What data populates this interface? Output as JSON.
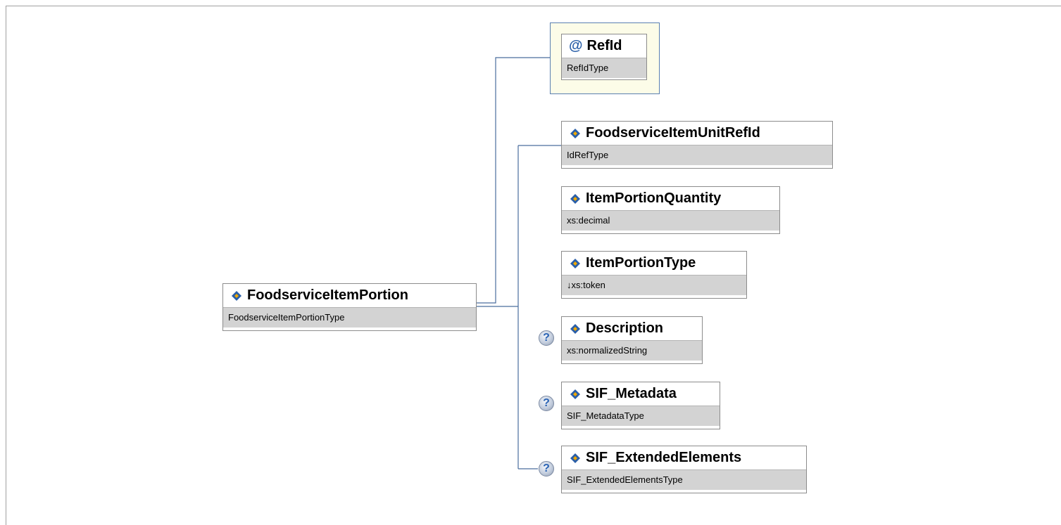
{
  "root": {
    "name": "FoodserviceItemPortion",
    "type": "FoodserviceItemPortionType"
  },
  "attribute": {
    "name": "RefId",
    "type": "RefIdType",
    "icon": "at-sign-icon"
  },
  "children": [
    {
      "name": "FoodserviceItemUnitRefId",
      "type": "IdRefType",
      "optional": false
    },
    {
      "name": "ItemPortionQuantity",
      "type": "xs:decimal",
      "optional": false
    },
    {
      "name": "ItemPortionType",
      "type": "↓xs:token",
      "optional": false
    },
    {
      "name": "Description",
      "type": "xs:normalizedString",
      "optional": true
    },
    {
      "name": "SIF_Metadata",
      "type": "SIF_MetadataType",
      "optional": true
    },
    {
      "name": "SIF_ExtendedElements",
      "type": "SIF_ExtendedElementsType",
      "optional": true
    }
  ],
  "colors": {
    "connector": "#4a6d9e",
    "type_band": "#d3d3d3",
    "attribute_bg": "#fcfce8",
    "element_icon_blue": "#2a5fa8",
    "element_icon_orange": "#f0a800"
  }
}
